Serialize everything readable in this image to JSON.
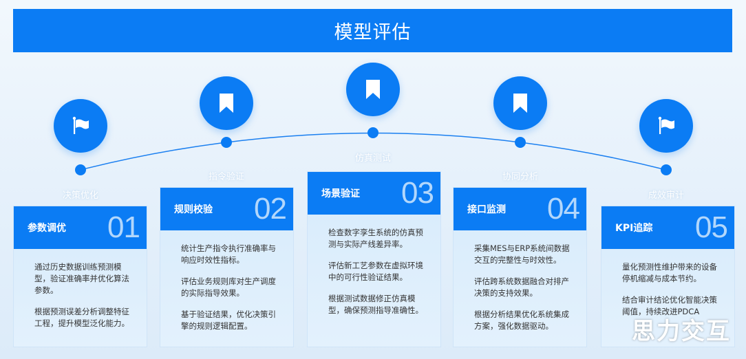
{
  "title": "模型评估",
  "accent": "#0b7cf4",
  "stages": [
    {
      "label": "决策优化",
      "icon": "flag-icon",
      "card": {
        "name": "参数调优",
        "num": "01",
        "paras": [
          "通过历史数据训练预测模型，验证准确率并优化算法参数。",
          "根据预测误差分析调整特征工程，提升模型泛化能力。"
        ]
      }
    },
    {
      "label": "指令验证",
      "icon": "bookmark-icon",
      "card": {
        "name": "规则校验",
        "num": "02",
        "paras": [
          "统计生产指令执行准确率与响应时效性指标。",
          "评估业务规则库对生产调度的实际指导效果。",
          "基于验证结果，优化决策引擎的规则逻辑配置。"
        ]
      }
    },
    {
      "label": "仿真测试",
      "icon": "bookmark-icon",
      "card": {
        "name": "场景验证",
        "num": "03",
        "paras": [
          "检查数字孪生系统的仿真预测与实际产线差异率。",
          "评估新工艺参数在虚拟环境中的可行性验证结果。",
          "根据测试数据修正仿真模型，确保预测指导准确性。"
        ]
      }
    },
    {
      "label": "协同分析",
      "icon": "bookmark-icon",
      "card": {
        "name": "接口监测",
        "num": "04",
        "paras": [
          "采集MES与ERP系统间数据交互的完整性与时效性。",
          "评估跨系统数据融合对排产决策的支持效果。",
          "根据分析结果优化系统集成方案，强化数据驱动。"
        ]
      }
    },
    {
      "label": "成效审计",
      "icon": "flag-icon",
      "card": {
        "name": "KPI追踪",
        "num": "05",
        "paras": [
          "量化预测性维护带来的设备停机缩减与成本节约。",
          "结合审计结论优化智能决策阈值，持续改进PDCA"
        ]
      }
    }
  ],
  "watermark": "思力交互"
}
